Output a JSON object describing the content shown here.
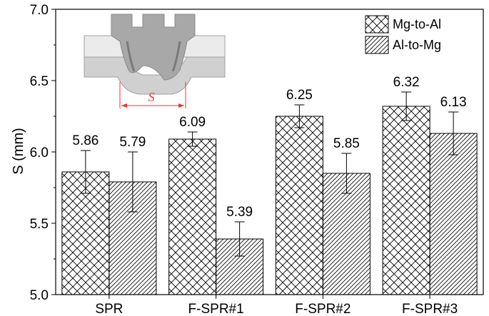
{
  "chart_data": {
    "type": "bar",
    "categories": [
      "SPR",
      "F-SPR#1",
      "F-SPR#2",
      "F-SPR#3"
    ],
    "series": [
      {
        "name": "Mg-to-Al",
        "values": [
          5.86,
          6.09,
          6.25,
          6.32
        ],
        "errors": [
          0.15,
          0.05,
          0.08,
          0.1
        ],
        "pattern": "crosshatch"
      },
      {
        "name": "Al-to-Mg",
        "values": [
          5.79,
          5.39,
          5.85,
          6.13
        ],
        "errors": [
          0.21,
          0.12,
          0.14,
          0.15
        ],
        "pattern": "diagonal"
      }
    ],
    "data_labels": [
      [
        "5.86",
        "6.09",
        "6.25",
        "6.32"
      ],
      [
        "5.79",
        "5.39",
        "5.85",
        "6.13"
      ]
    ],
    "ylabel": "S (mm)",
    "xlabel": "",
    "ylim": [
      5.0,
      7.0
    ],
    "yticks": [
      "5.0",
      "5.5",
      "6.0",
      "6.5",
      "7.0"
    ],
    "grid": false,
    "legend_position": "top-right",
    "inset": {
      "description_label": "S",
      "label_color": "#e53935"
    },
    "colors": {
      "frame": "#000000",
      "bar_fill": "#ffffff",
      "inset_dim": "#e53935"
    }
  }
}
